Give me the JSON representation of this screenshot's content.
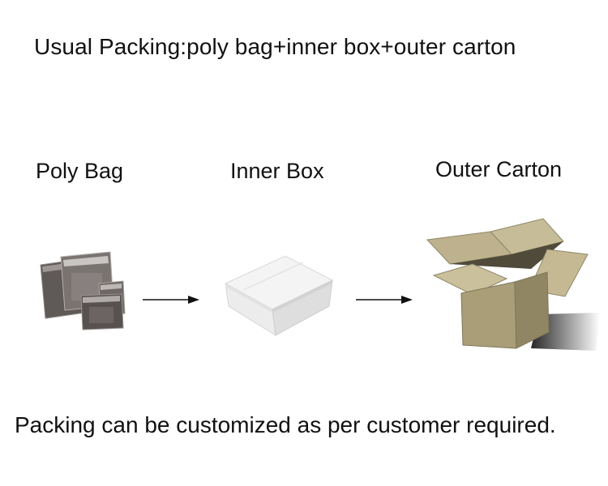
{
  "header": {
    "title": "Usual Packing:poly bag+inner box+outer carton"
  },
  "steps": [
    {
      "label": "Poly Bag",
      "icon": "poly-bag-icon"
    },
    {
      "label": "Inner Box",
      "icon": "inner-box-icon"
    },
    {
      "label": "Outer Carton",
      "icon": "outer-carton-icon"
    }
  ],
  "footer": {
    "note": "Packing can be customized as per customer required."
  },
  "colors": {
    "text": "#111111",
    "background": "#ffffff",
    "carton": "#b9ad87",
    "bag": "#6a6462"
  }
}
